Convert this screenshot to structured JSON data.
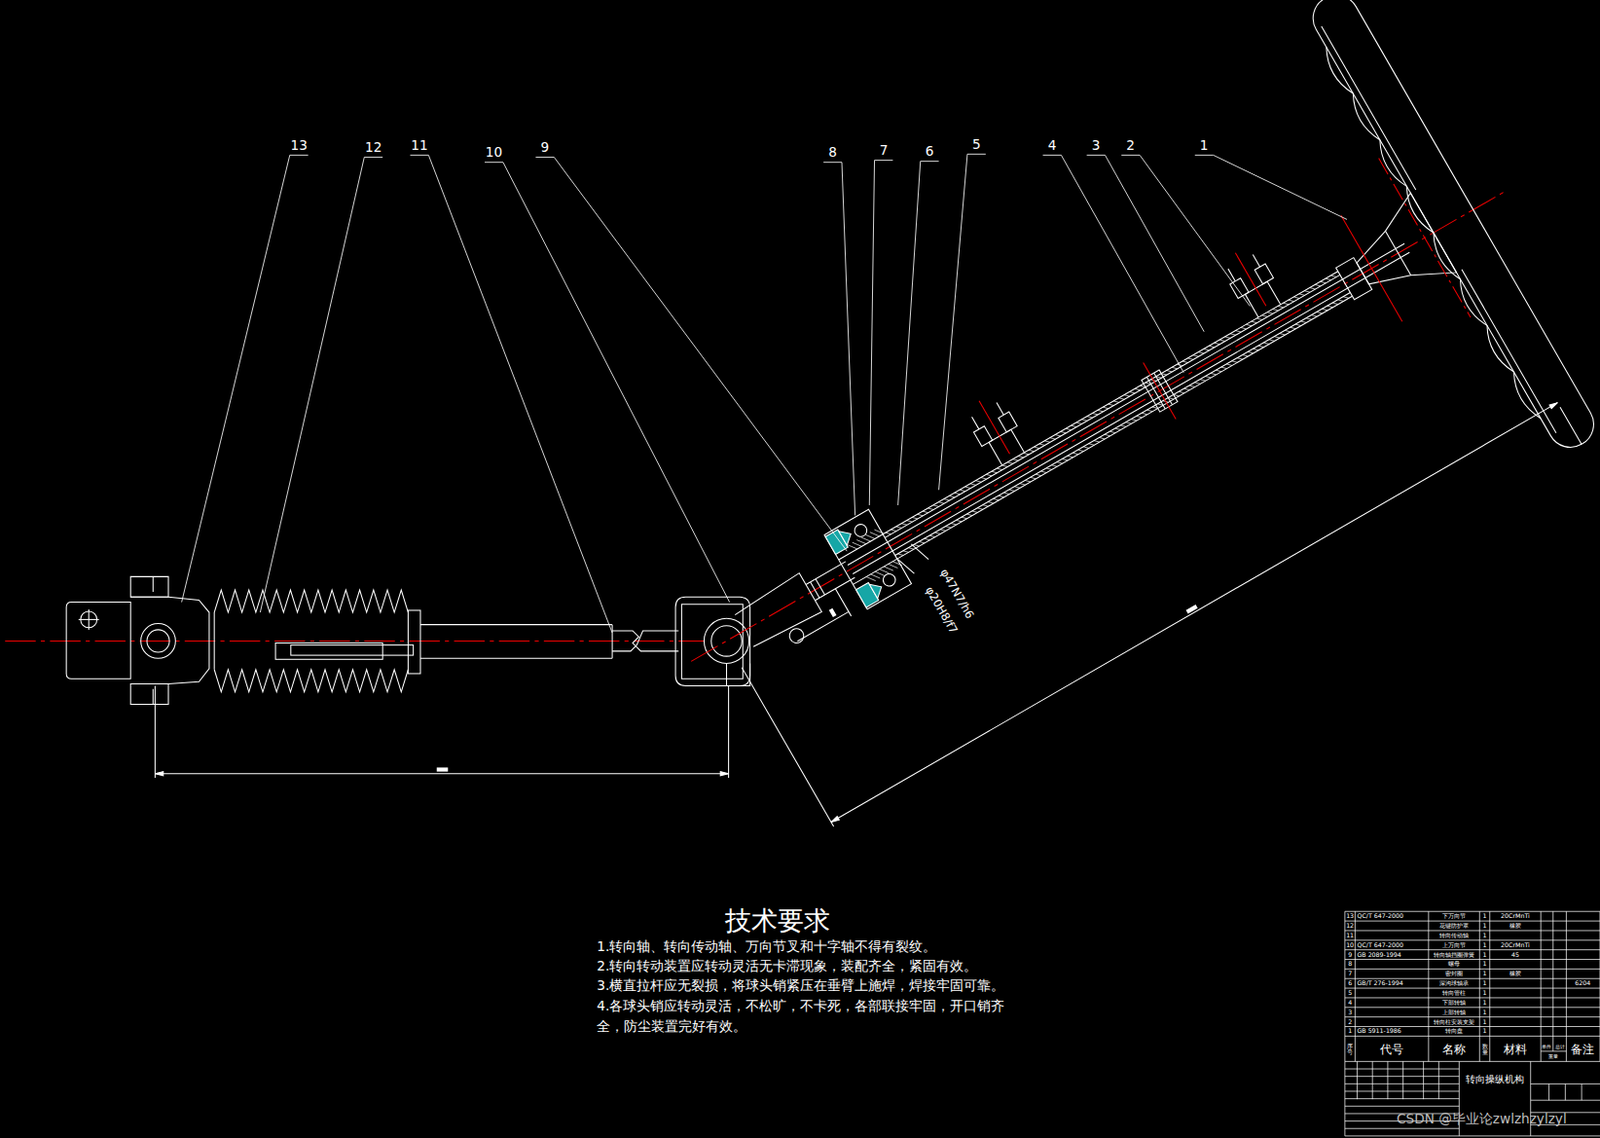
{
  "diagram": {
    "labels": [
      "13",
      "12",
      "11",
      "10",
      "9",
      "8",
      "7",
      "6",
      "5",
      "4",
      "3",
      "2",
      "1",
      "φ47N7/h6",
      "φ20H8/f7",
      "技术要求",
      "1.转向轴、转向传动轴、万向节叉和十字轴不得有裂纹。",
      "2.转向转动装置应转动灵活无卡滞现象，装配齐全，紧固有效。",
      "3.横直拉杆应无裂损，将球头销紧压在垂臂上施焊，焊接牢固可靠。",
      "4.各球头销应转动灵活，不松旷，不卡死，各部联接牢固，开口销齐全，防尘装置完好有效。",
      "13",
      "QC/T 647-2000",
      "下万向节",
      "1",
      "20CrMnTi",
      "12",
      "花键防护罩",
      "1",
      "橡胶",
      "11",
      "转向传动轴",
      "1",
      "10",
      "QC/T 647-2000",
      "上万向节",
      "1",
      "20CrMnTi",
      "9",
      "GB 2089-1994",
      "转向轴挡圈弹簧",
      "1",
      "45",
      "8",
      "螺母",
      "1",
      "7",
      "密封圈",
      "1",
      "橡胶",
      "6",
      "GB/T 276-1994",
      "深沟球轴承",
      "1",
      "6204",
      "5",
      "转向管柱",
      "1",
      "4",
      "下部转轴",
      "1",
      "3",
      "上部转轴",
      "1",
      "2",
      "转向柱安装支架",
      "1",
      "1",
      "GB 5911-1986",
      "转向盘",
      "1",
      "序号",
      "代号",
      "名称",
      "数量",
      "材料",
      "单件",
      "总计",
      "重量",
      "备注",
      "转向操纵机构",
      "CSDN @毕业论zwlzhzylzyl"
    ]
  }
}
